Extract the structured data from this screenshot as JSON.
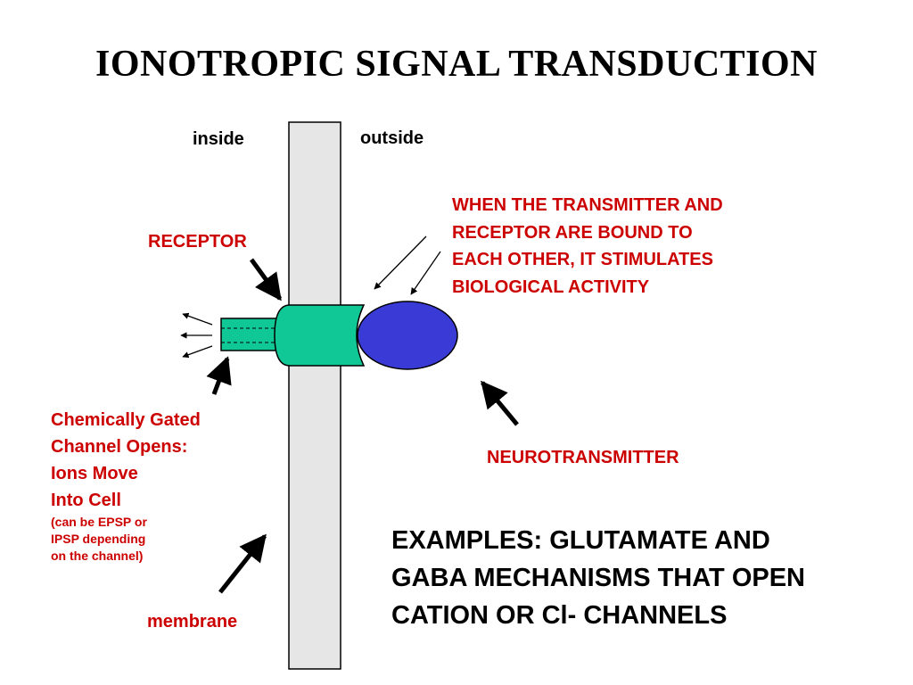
{
  "title": "IONOTROPIC SIGNAL TRANSDUCTION",
  "labels": {
    "inside": "inside",
    "outside": "outside",
    "receptor": "RECEPTOR",
    "neurotransmitter": "NEUROTRANSMITTER",
    "membrane": "membrane"
  },
  "binding_note": [
    "WHEN THE TRANSMITTER AND",
    "RECEPTOR ARE BOUND TO",
    "EACH OTHER, IT STIMULATES",
    "BIOLOGICAL ACTIVITY"
  ],
  "channel_note": {
    "main": [
      "Chemically Gated",
      "Channel Opens:",
      "Ions Move",
      "Into Cell"
    ],
    "sub": [
      "(can be EPSP or",
      "IPSP depending",
      "on the channel)"
    ]
  },
  "examples": [
    "EXAMPLES: GLUTAMATE AND",
    "GABA MECHANISMS THAT OPEN",
    "CATION OR Cl- CHANNELS"
  ],
  "colors": {
    "membrane_fill": "#e6e6e6",
    "receptor_fill": "#10c896",
    "transmitter_fill": "#3a3ad6",
    "annotation_red": "#cc0000"
  }
}
